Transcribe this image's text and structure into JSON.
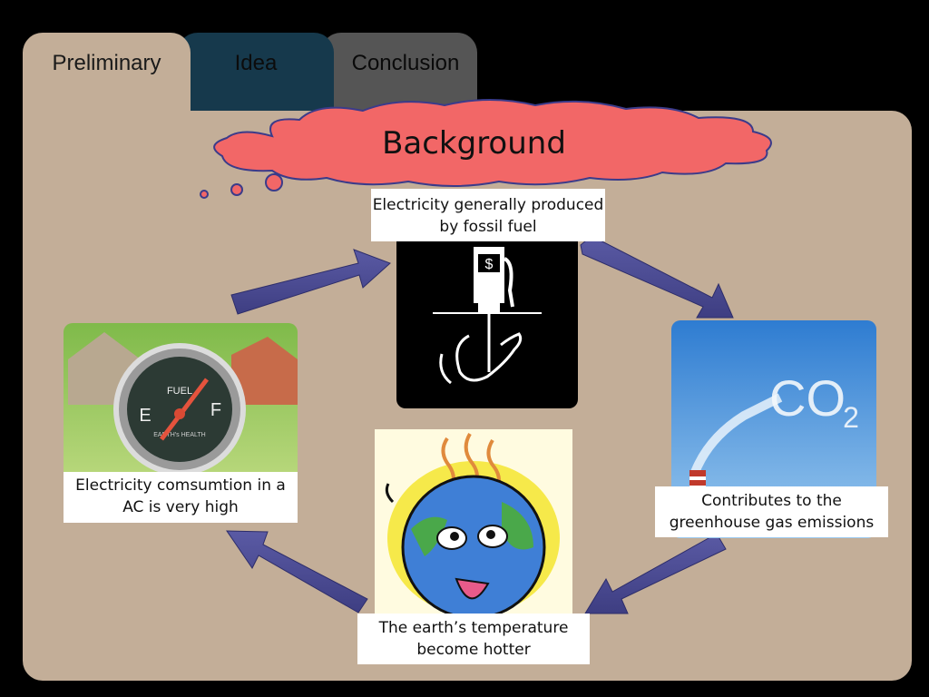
{
  "tabs": [
    {
      "label": "Preliminary"
    },
    {
      "label": "Idea"
    },
    {
      "label": "Conclusion"
    }
  ],
  "cloud_title": "Background",
  "cycle": {
    "fossil": {
      "caption": "Electricity generally produced by fossil fuel",
      "sign": "$"
    },
    "co2": {
      "caption": "Contributes to the greenhouse gas emissions",
      "formula": "CO",
      "subscript": "2"
    },
    "earth": {
      "caption": "The earth’s temperature become hotter"
    },
    "ac": {
      "caption": "Electricity comsumtion in a AC is very high",
      "gauge_fuel": "FUEL",
      "gauge_e": "E",
      "gauge_f": "F",
      "gauge_sub": "EARTH's HEALTH"
    }
  },
  "colors": {
    "panel": "#c3ae98",
    "cloud": "#f26767",
    "arrow": "#4a4a8e",
    "tab_idea": "#16394c",
    "tab_conclusion": "#555555"
  }
}
